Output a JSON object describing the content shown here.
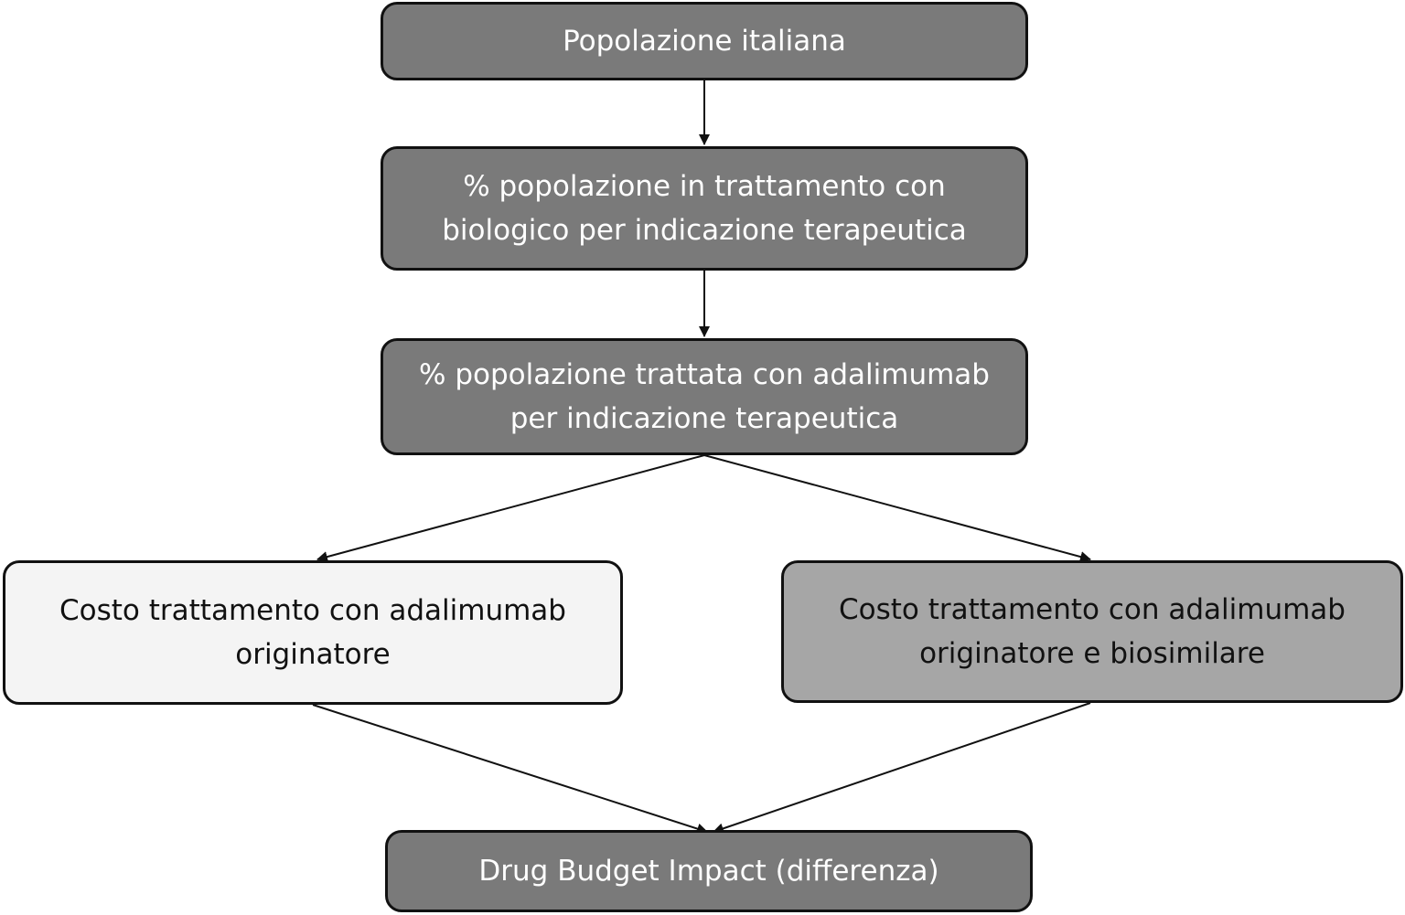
{
  "diagram": {
    "nodes": {
      "population": {
        "label": "Popolazione italiana"
      },
      "biologic_share": {
        "line1": "% popolazione in trattamento con",
        "line2": "biologico per indicazione terapeutica"
      },
      "adalimumab_share": {
        "line1": "% popolazione trattata con adalimumab",
        "line2": "per indicazione terapeutica"
      },
      "cost_originator": {
        "line1": "Costo trattamento con adalimumab",
        "line2": "originatore"
      },
      "cost_originator_biosimilar": {
        "line1": "Costo trattamento con adalimumab",
        "line2": "originatore e biosimilare"
      },
      "budget_impact": {
        "label": "Drug Budget Impact (differenza)"
      }
    },
    "edges": [
      {
        "from": "population",
        "to": "biologic_share"
      },
      {
        "from": "biologic_share",
        "to": "adalimumab_share"
      },
      {
        "from": "adalimumab_share",
        "to": "cost_originator"
      },
      {
        "from": "adalimumab_share",
        "to": "cost_originator_biosimilar"
      },
      {
        "from": "cost_originator",
        "to": "budget_impact"
      },
      {
        "from": "cost_originator_biosimilar",
        "to": "budget_impact"
      }
    ],
    "colors": {
      "dark_fill": "#7a7a7a",
      "light_fill": "#f4f4f4",
      "mid_fill": "#a6a6a6",
      "border": "#111111"
    }
  }
}
